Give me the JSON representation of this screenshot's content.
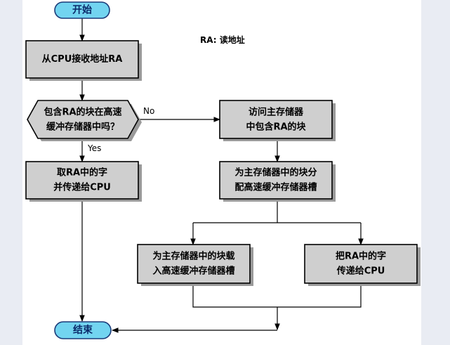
{
  "nodes": {
    "start": "开始",
    "receive": "从CPU接收地址RA",
    "decision": [
      "包含RA的块在高速",
      "缓冲存储器中吗？"
    ],
    "fetch": [
      "取RA中的字",
      "并传递给CPU"
    ],
    "access": [
      "访问主存储器",
      "中包含RA的块"
    ],
    "allocate": [
      "为主存储器中的块分",
      "配高速缓冲存储器槽"
    ],
    "load": [
      "为主存储器中的块载",
      "入高速缓冲存储器槽"
    ],
    "deliver": [
      "把RA中的字",
      "传递给CPU"
    ],
    "end": "结束"
  },
  "edges": {
    "no": "No",
    "yes": "Yes"
  },
  "note": "RA: 读地址"
}
